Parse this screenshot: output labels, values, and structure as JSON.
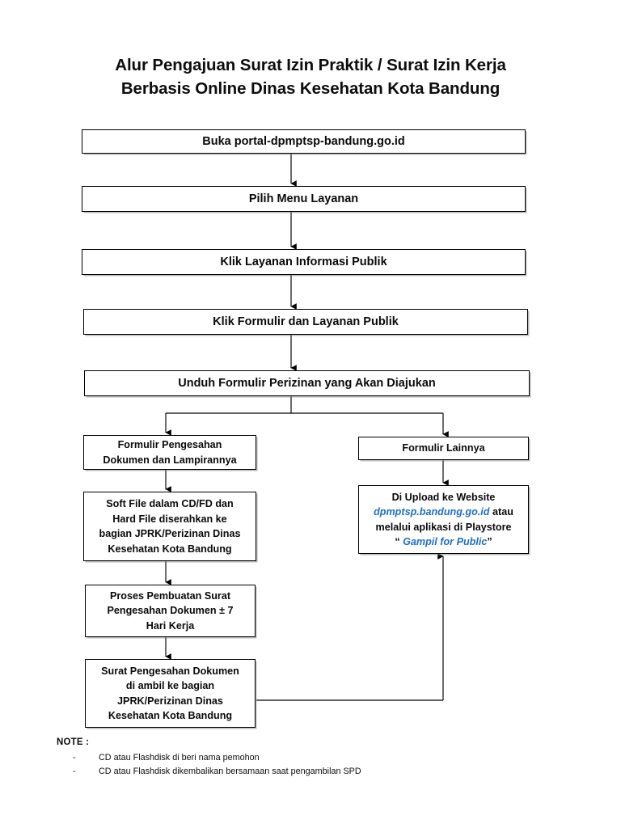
{
  "document": {
    "title_line1": "Alur Pengajuan Surat Izin Praktik / Surat Izin Kerja",
    "title_line2": "Berbasis Online Dinas Kesehatan Kota Bandung"
  },
  "colors": {
    "box_border": "#000000",
    "box_fill": "#ffffff",
    "text": "#0d0d0d",
    "link_blue": "#1f6fc4",
    "connector": "#000000"
  },
  "flow": {
    "main_steps": [
      {
        "id": "step-1",
        "label": "Buka portal-dpmptsp-bandung.go.id"
      },
      {
        "id": "step-2",
        "label": "Pilih Menu Layanan"
      },
      {
        "id": "step-3",
        "label": "Klik Layanan Informasi Publik"
      },
      {
        "id": "step-4",
        "label": "Klik Formulir dan Layanan Publik"
      },
      {
        "id": "step-5",
        "label": "Unduh Formulir Perizinan yang Akan Diajukan"
      }
    ],
    "left_branch": [
      {
        "id": "left-1",
        "lines": [
          "Formulir Pengesahan",
          "Dokumen dan Lampirannya"
        ]
      },
      {
        "id": "left-2",
        "lines": [
          "Soft File dalam CD/FD dan",
          "Hard File diserahkan ke",
          "bagian JPRK/Perizinan Dinas",
          "Kesehatan Kota Bandung"
        ]
      },
      {
        "id": "left-3",
        "lines": [
          "Proses Pembuatan Surat",
          "Pengesahan Dokumen ± 7",
          "Hari Kerja"
        ]
      },
      {
        "id": "left-4",
        "lines": [
          "Surat Pengesahan Dokumen",
          "di ambil ke bagian",
          "JPRK/Perizinan Dinas",
          "Kesehatan Kota Bandung"
        ]
      }
    ],
    "right_branch": {
      "header": {
        "id": "right-1",
        "label": "Formulir Lainnya"
      },
      "upload": {
        "id": "right-2",
        "line1": "Di Upload ke Website",
        "line2_link": "dpmptsp.bandung.go.id",
        "line2_tail": " atau",
        "line3": "melalui aplikasi di Playstore",
        "line4_open": "“ ",
        "line4_link": "Gampil for Public",
        "line4_close": "”"
      }
    }
  },
  "note": {
    "title": "NOTE :",
    "bullet": "-",
    "items": [
      "CD  atau Flashdisk di beri nama pemohon",
      "CD atau Flashdisk dikembalikan bersamaan saat pengambilan SPD"
    ]
  }
}
